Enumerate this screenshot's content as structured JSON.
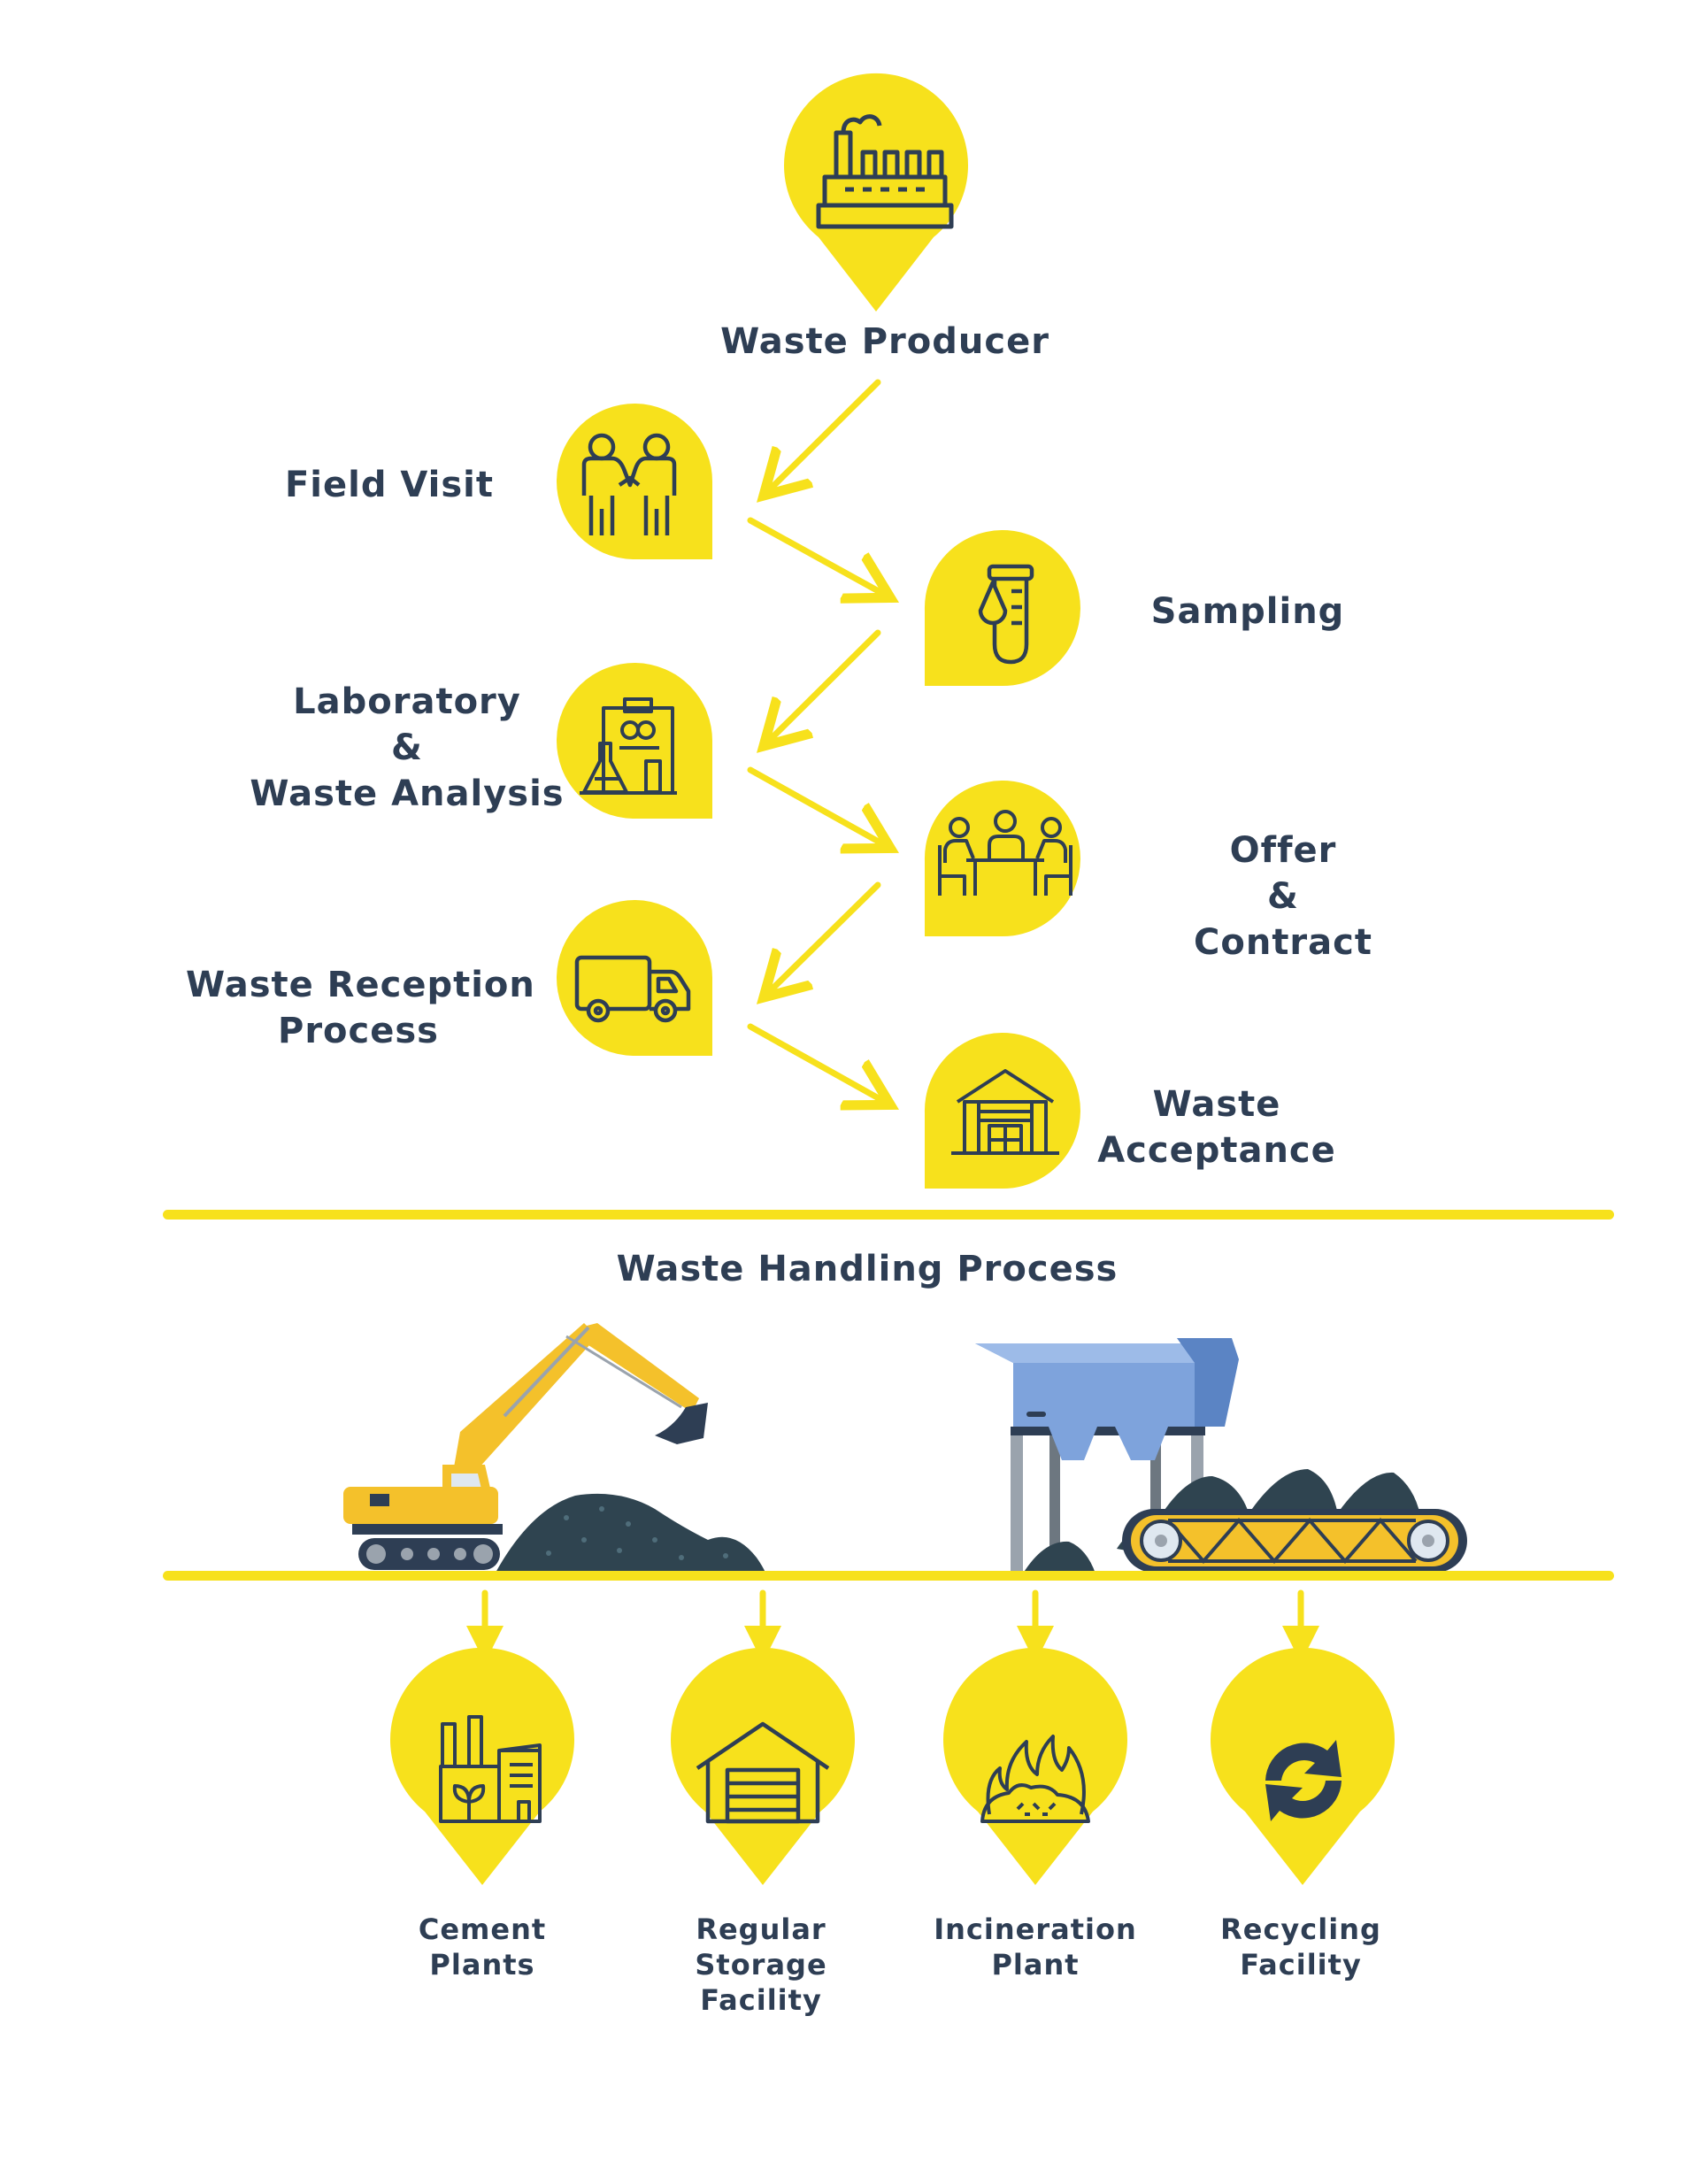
{
  "colors": {
    "accent": "#f7e11c",
    "ink": "#2e3e54",
    "text": "#2e3e54",
    "hopper_blue": "#7ea3dc",
    "hopper_dark": "#5b84c4",
    "ground_dark": "#2f4450"
  },
  "steps": [
    {
      "id": "waste-producer",
      "lines": [
        "Waste Producer"
      ],
      "icon": "factory-icon",
      "marker": "pin"
    },
    {
      "id": "field-visit",
      "lines": [
        "Field Visit"
      ],
      "icon": "handshake-people-icon",
      "marker": "drop"
    },
    {
      "id": "sampling",
      "lines": [
        "Sampling"
      ],
      "icon": "test-tube-icon",
      "marker": "drop"
    },
    {
      "id": "laboratory",
      "lines": [
        "Laboratory",
        "&",
        "Waste Analysis"
      ],
      "icon": "laboratory-icon",
      "marker": "drop"
    },
    {
      "id": "offer-contract",
      "lines": [
        "Offer",
        "&",
        "Contract"
      ],
      "icon": "meeting-table-icon",
      "marker": "drop"
    },
    {
      "id": "waste-reception",
      "lines": [
        "Waste Reception",
        "Process"
      ],
      "icon": "truck-icon",
      "marker": "drop"
    },
    {
      "id": "waste-acceptance",
      "lines": [
        "Waste",
        "Acceptance"
      ],
      "icon": "warehouse-icon",
      "marker": "drop"
    }
  ],
  "section_title": "Waste Handling Process",
  "illustrations": [
    "excavator-illustration",
    "hopper-conveyor-illustration"
  ],
  "destinations": [
    {
      "id": "cement-plants",
      "lines": [
        "Cement",
        "Plants"
      ],
      "icon": "cement-plant-icon"
    },
    {
      "id": "regular-storage",
      "lines": [
        "Regular",
        "Storage",
        "Facility"
      ],
      "icon": "storage-garage-icon"
    },
    {
      "id": "incineration-plant",
      "lines": [
        "Incineration",
        "Plant"
      ],
      "icon": "fire-icon"
    },
    {
      "id": "recycling-facility",
      "lines": [
        "Recycling",
        "Facility"
      ],
      "icon": "recycle-icon"
    }
  ]
}
